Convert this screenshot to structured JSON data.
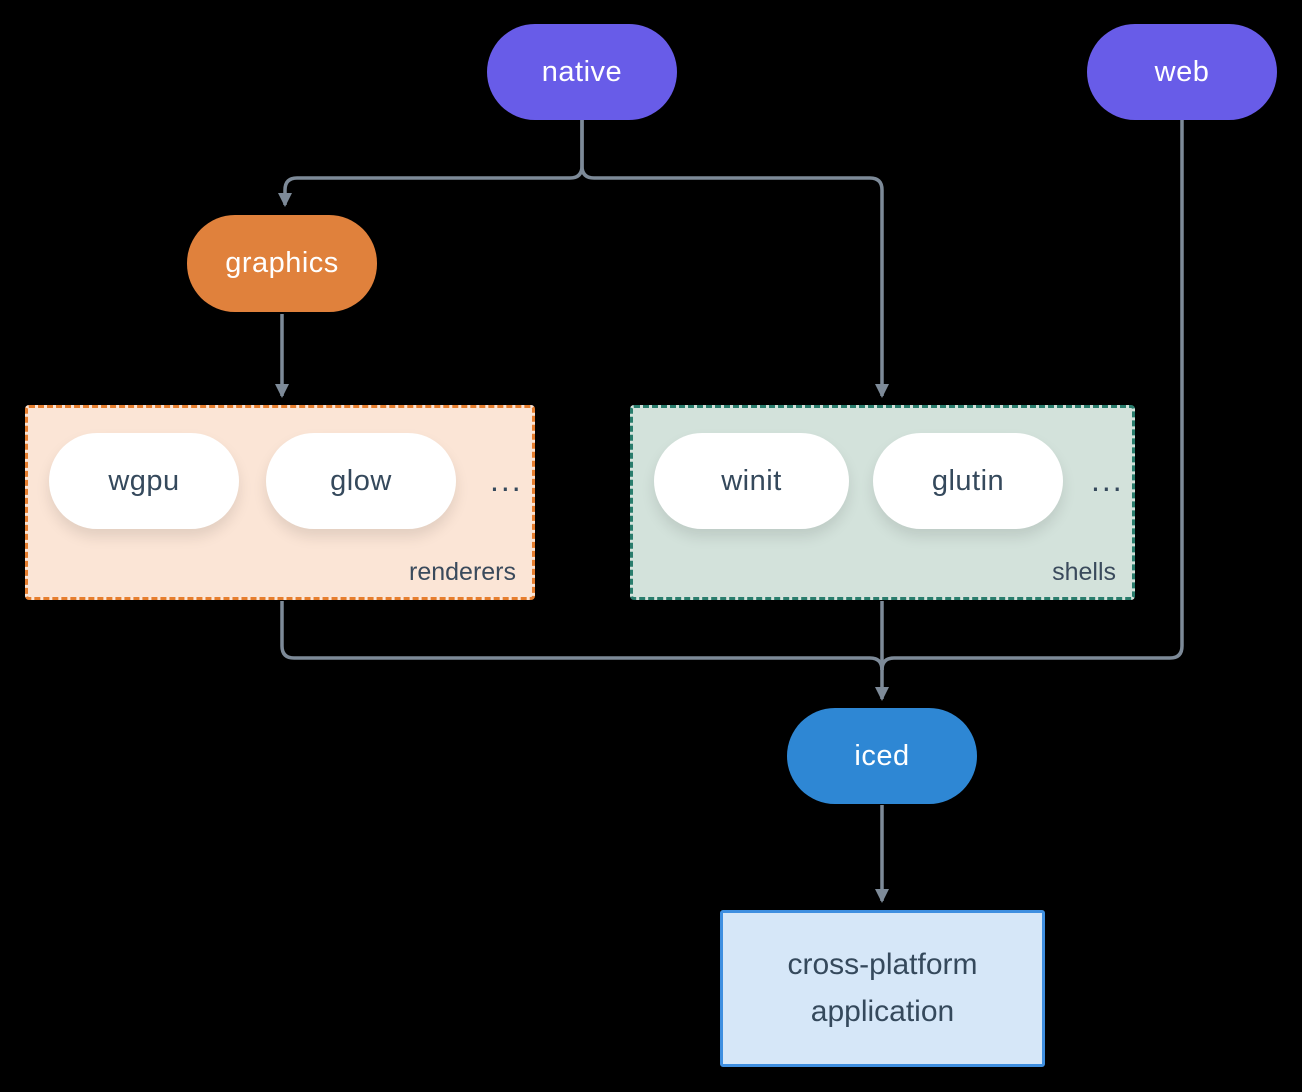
{
  "diagram": {
    "background_color": "#000000",
    "connector_color": "#7D8A98",
    "nodes": {
      "native": {
        "label": "native",
        "color": "#685CE8"
      },
      "web": {
        "label": "web",
        "color": "#685CE8"
      },
      "graphics": {
        "label": "graphics",
        "color": "#E0813C"
      },
      "iced": {
        "label": "iced",
        "color": "#2E87D4"
      },
      "wgpu": {
        "label": "wgpu"
      },
      "glow": {
        "label": "glow"
      },
      "winit": {
        "label": "winit"
      },
      "glutin": {
        "label": "glutin"
      }
    },
    "groups": {
      "renderers": {
        "label": "renderers",
        "more": "...",
        "fill": "#FBE5D6",
        "border": "#E67E2E"
      },
      "shells": {
        "label": "shells",
        "more": "...",
        "fill": "#D3E2DB",
        "border": "#2A7D6D"
      }
    },
    "application": {
      "label": "cross-platform application",
      "fill": "#D6E7F8",
      "border": "#3F8FE0"
    },
    "edges": [
      "native -> graphics",
      "native -> shells",
      "graphics -> renderers",
      "renderers -> iced",
      "shells -> iced",
      "web -> iced",
      "iced -> application"
    ]
  }
}
